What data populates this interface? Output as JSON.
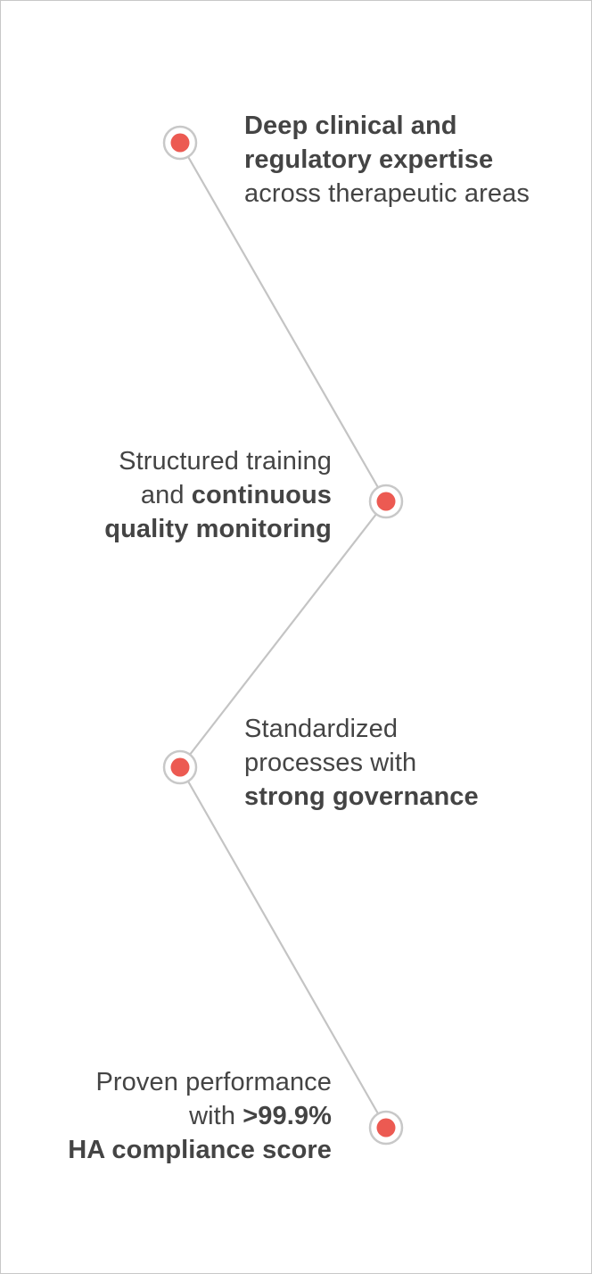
{
  "accent_color": "#ec5a52",
  "line_color": "#c4c4c4",
  "items": [
    {
      "lines": [
        [
          {
            "text": "Deep clinical and",
            "bold": true
          }
        ],
        [
          {
            "text": "regulatory expertise",
            "bold": true
          }
        ],
        [
          {
            "text": "across therapeutic areas",
            "bold": false
          }
        ]
      ]
    },
    {
      "lines": [
        [
          {
            "text": "Structured training",
            "bold": false
          }
        ],
        [
          {
            "text": "and ",
            "bold": false
          },
          {
            "text": "continuous",
            "bold": true
          }
        ],
        [
          {
            "text": "quality monitoring",
            "bold": true
          }
        ]
      ]
    },
    {
      "lines": [
        [
          {
            "text": "Standardized",
            "bold": false
          }
        ],
        [
          {
            "text": "processes with",
            "bold": false
          }
        ],
        [
          {
            "text": "strong governance",
            "bold": true
          }
        ]
      ]
    },
    {
      "lines": [
        [
          {
            "text": "Proven performance",
            "bold": false
          }
        ],
        [
          {
            "text": "with ",
            "bold": false
          },
          {
            "text": ">99.9%",
            "bold": true
          }
        ],
        [
          {
            "text": "HA compliance score",
            "bold": true
          }
        ]
      ]
    }
  ]
}
